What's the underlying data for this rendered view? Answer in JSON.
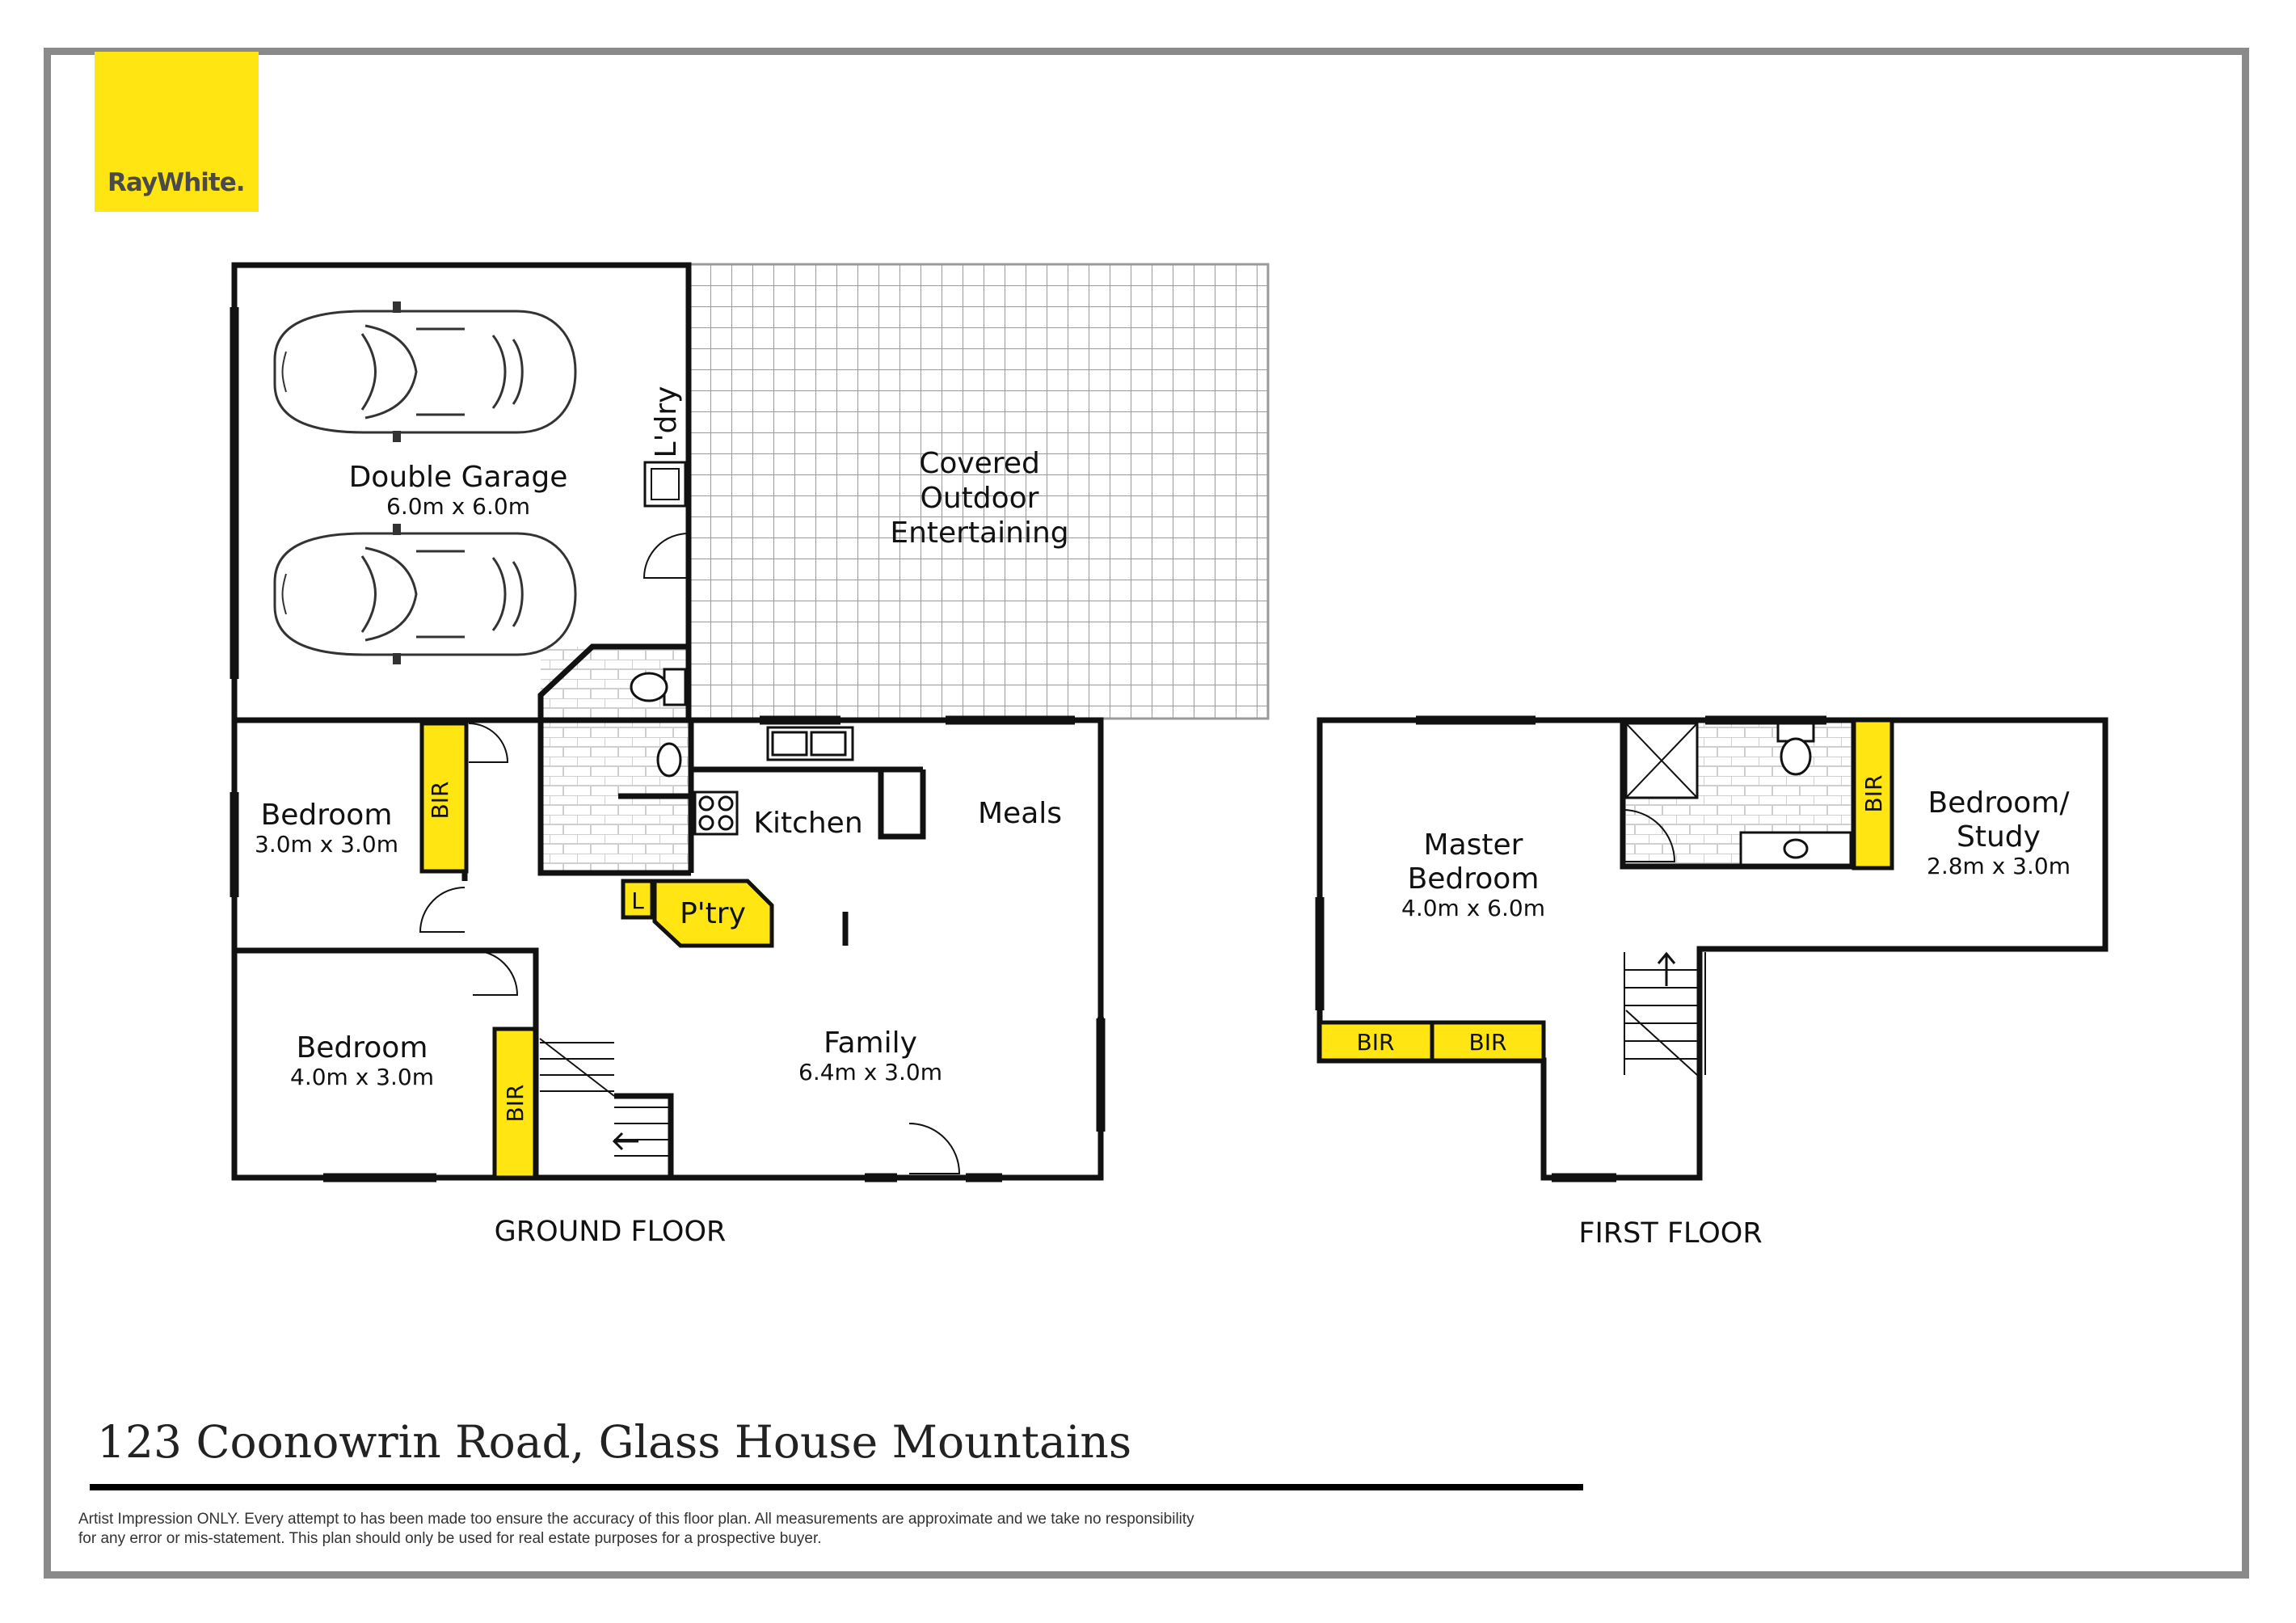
{
  "brand": {
    "name": "RayWhite.",
    "color": "#ffe512"
  },
  "rooms": {
    "garage": {
      "name": "Double Garage",
      "dims": "6.0m x 6.0m"
    },
    "outdoor": {
      "line1": "Covered",
      "line2": "Outdoor",
      "line3": "Entertaining"
    },
    "laundry": {
      "name": "L'dry"
    },
    "bedroom1": {
      "name": "Bedroom",
      "dims": "3.0m x 3.0m"
    },
    "bedroom2": {
      "name": "Bedroom",
      "dims": "4.0m x 3.0m"
    },
    "kitchen": {
      "name": "Kitchen"
    },
    "meals": {
      "name": "Meals"
    },
    "pantry": {
      "name": "P'try"
    },
    "linen": {
      "name": "L"
    },
    "family": {
      "name": "Family",
      "dims": "6.4m x 3.0m"
    },
    "master": {
      "line1": "Master",
      "line2": "Bedroom",
      "dims": "4.0m x 6.0m"
    },
    "study": {
      "line1": "Bedroom/",
      "line2": "Study",
      "dims": "2.8m x 3.0m"
    },
    "bir": "BIR"
  },
  "floors": {
    "ground": "GROUND FLOOR",
    "first": "FIRST FLOOR"
  },
  "address": "123 Coonowrin Road, Glass House Mountains",
  "disclaimer": {
    "line1": "Artist Impression ONLY. Every attempt to has been made too ensure the accuracy of this floor plan. All measurements are approximate and we take no responsibility",
    "line2": "for any error or mis-statement. This plan should only be used for real estate purposes for a prospective buyer."
  },
  "colors": {
    "wall": "#111111",
    "highlight": "#ffe512",
    "grid": "#9a9a9a",
    "frame": "#8a8a8a"
  }
}
